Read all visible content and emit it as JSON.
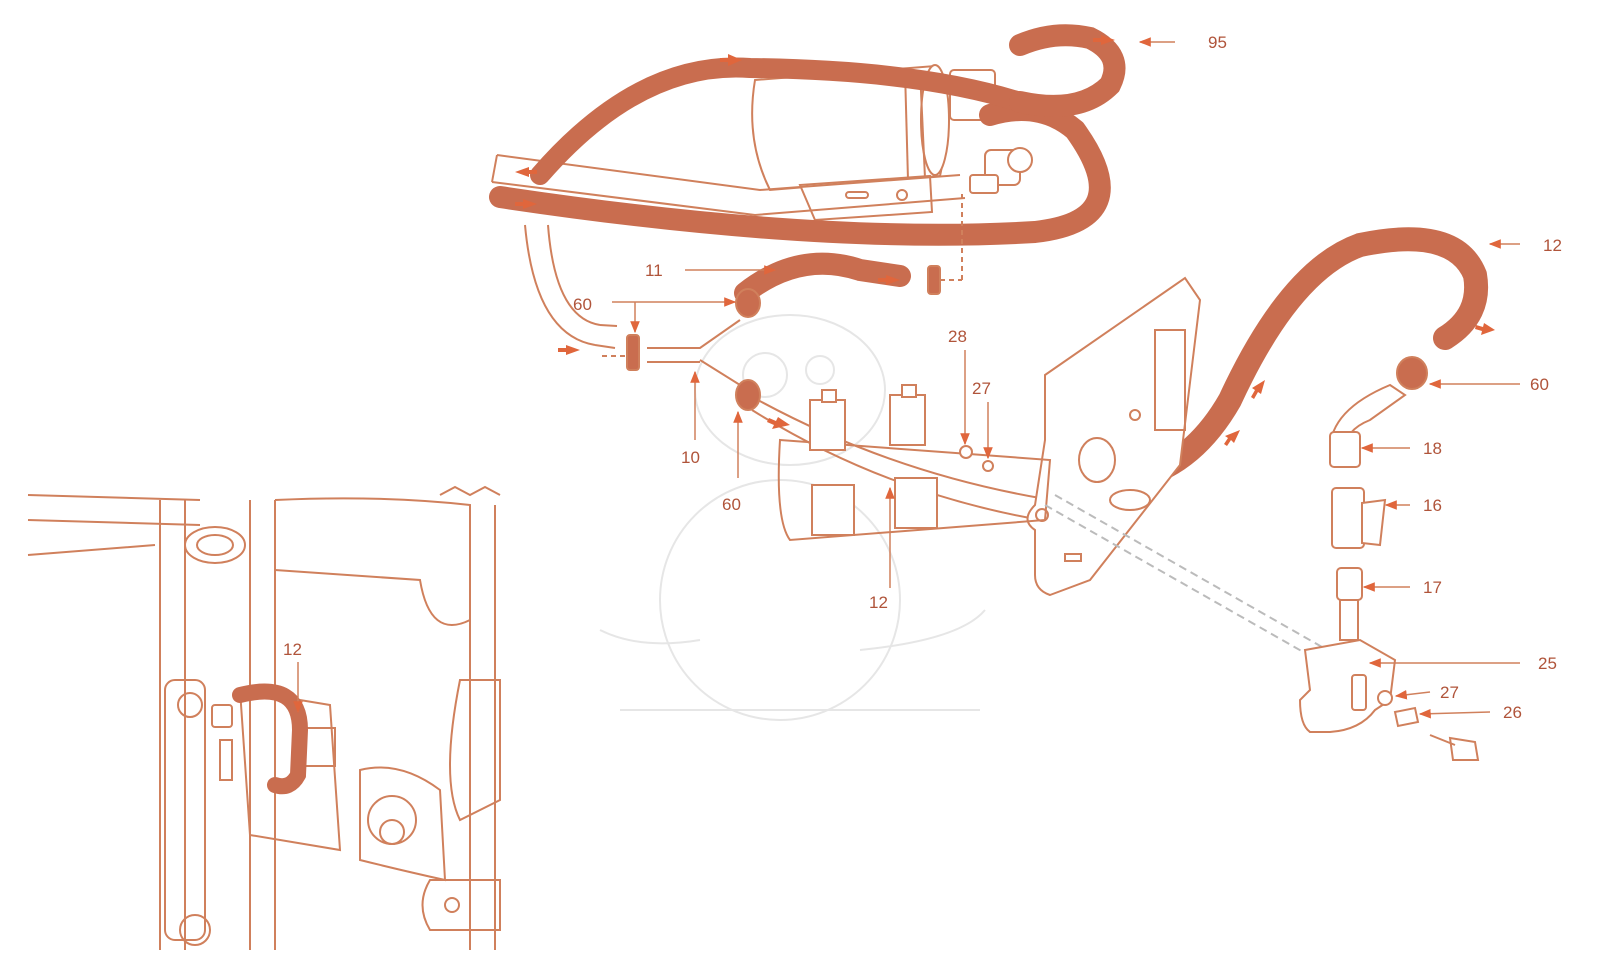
{
  "colors": {
    "line": "#d0805c",
    "hose": "#c96d4f",
    "accent": "#e0663c",
    "text": "#b0543a",
    "watermark": "#e3e3e3"
  },
  "callouts": {
    "c95": "95",
    "c11": "11",
    "c60a": "60",
    "c10": "10",
    "c60b": "60",
    "c28": "28",
    "c27a": "27",
    "c12a": "12",
    "c12b": "12",
    "c60c": "60",
    "c18": "18",
    "c16": "16",
    "c17": "17",
    "c25": "25",
    "c27b": "27",
    "c26": "26",
    "c12c": "12"
  }
}
